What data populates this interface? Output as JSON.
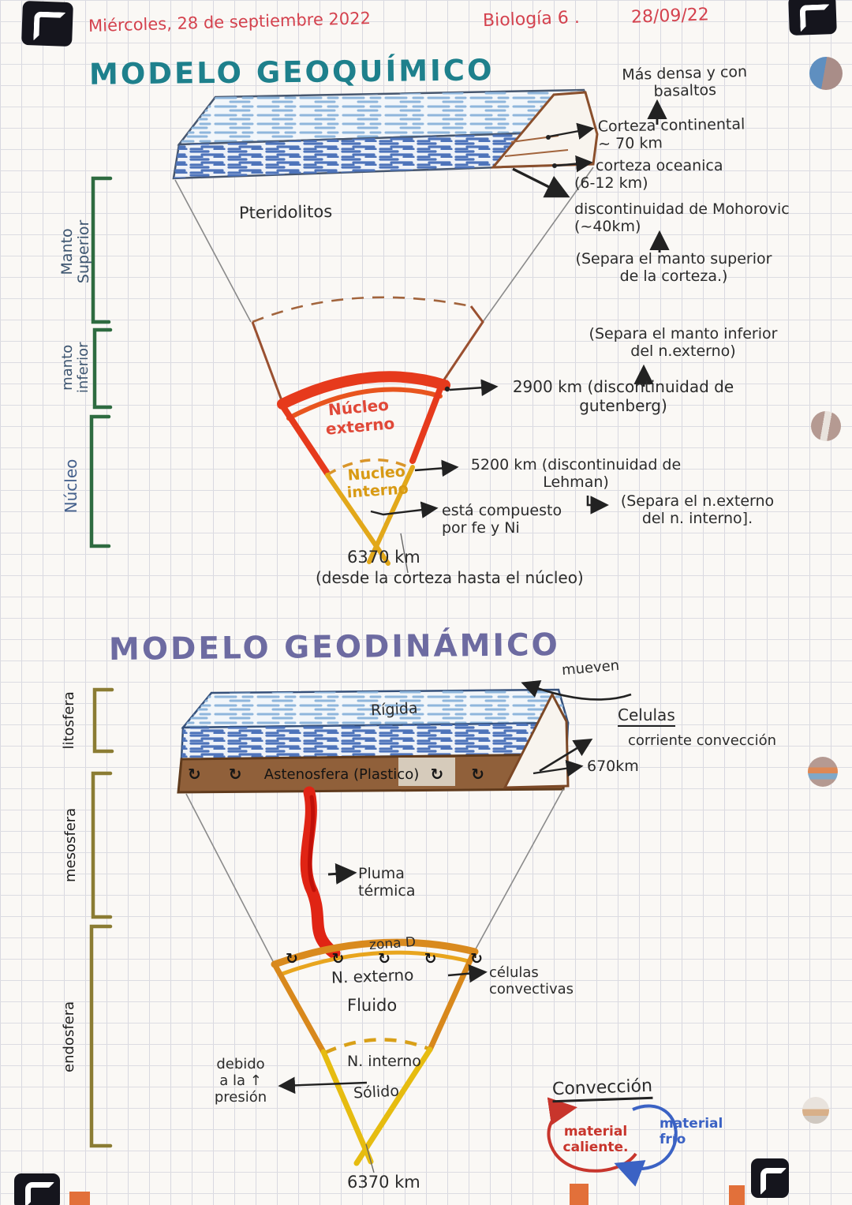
{
  "colors": {
    "title_geoquimico": "#1e808c",
    "title_geodinamico": "#6d6ba1",
    "header_ink": "#d4424e",
    "ink": "#2b2b2b",
    "outer_core_red": "#e63a1c",
    "core_orange": "#d98a1e",
    "inner_core_yellow": "#e6bc10",
    "bracket_green": "#2e6b40",
    "bracket_olive": "#8b7c33",
    "crust_brown": "#8a4f2c",
    "cold_blue": "#3b62c4"
  },
  "header": {
    "date_line": "Miércoles, 28 de septiembre 2022",
    "subject": "Biología 6 .",
    "date_short": "28/09/22"
  },
  "geoquimico": {
    "title": "MODELO GEOQUÍMICO",
    "slab_label": "Pteridolitos",
    "brackets": {
      "manto_superior": "Manto\nSuperior",
      "manto_inferior": "manto\ninferior",
      "nucleo": "Núcleo"
    },
    "annotations": {
      "densa": "Más densa y con\nbasaltos",
      "corteza_continental": "Corteza continental\n~ 70 km",
      "corteza_oceanica": "corteza oceanica",
      "corteza_oceanica_km": "(6-12 km)",
      "mohorovic": "discontinuidad de Mohorovic\n(~40km)",
      "mohorovic_nota": "(Separa el manto superior\nde la corteza.)",
      "gutenberg_nota": "(Separa el manto inferior\ndel n.externo)",
      "d2900": "2900 km (discontinuidad de\ngutenberg)",
      "d5200": "5200 km (discontinuidad de\nLehman)",
      "lehman_nota": "(Separa el n.externo\ndel n. interno].",
      "composicion": "está compuesto\npor fe y Ni",
      "radio": "6370 km",
      "radio_nota": "(desde la corteza hasta el núcleo)"
    },
    "capas": {
      "nucleo_externo": "Núcleo\nexterno",
      "nucleo_interno": "Nucleo\ninterno"
    }
  },
  "geodinamico": {
    "title": "MODELO GEODINÁMICO",
    "mueven": "mueven",
    "slab": {
      "rigida": "Rígida",
      "astenosfera": "Astenosfera (Plastico)",
      "conv_left": "↻ ↻",
      "conv_right": "↻ ↻"
    },
    "brackets": {
      "litosfera": "litosfera",
      "mesosfera": "mesosfera",
      "endosfera": "endosfera"
    },
    "annotations": {
      "celulas": "Celulas",
      "corriente": "corriente convección",
      "km670": "670km",
      "pluma": "Pluma\ntérmica",
      "zona_d": "zona D",
      "cells_row": "↻ ↻ ↻ ↻ ↻",
      "n_externo": "N. externo",
      "celulas_convectivas": "células\nconvectivas",
      "fluido": "Fluido",
      "n_interno": "N. interno",
      "solido": "Sólido",
      "debido": "debido\na la ↑\npresión",
      "radio": "6370 km"
    },
    "conveccion": {
      "title": "Convección",
      "caliente": "material\ncaliente.",
      "frio": "material\nfrío"
    }
  }
}
